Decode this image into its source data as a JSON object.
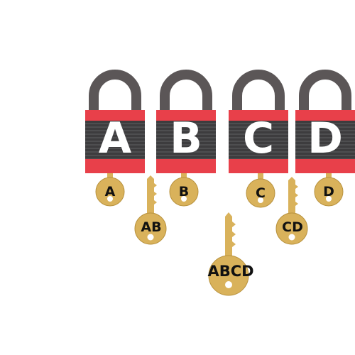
{
  "colors": {
    "shackle": "#5b5657",
    "body_red": "#e8404a",
    "body_dark": "#3d3c3e",
    "body_dark_line": "#5a595b",
    "key_gold": "#d9b25b",
    "key_gold_edge": "#b8923e",
    "key_hole": "#ffffff",
    "letter": "#ffffff",
    "key_text": "#111111"
  },
  "padlocks": [
    {
      "id": "lock-a",
      "label": "A"
    },
    {
      "id": "lock-b",
      "label": "B"
    },
    {
      "id": "lock-c",
      "label": "C"
    },
    {
      "id": "lock-d",
      "label": "D"
    }
  ],
  "keys": [
    {
      "id": "key-a",
      "label": "A",
      "kind": "in-lock"
    },
    {
      "id": "key-b",
      "label": "B",
      "kind": "in-lock"
    },
    {
      "id": "key-c",
      "label": "C",
      "kind": "in-lock"
    },
    {
      "id": "key-d",
      "label": "D",
      "kind": "in-lock"
    },
    {
      "id": "key-ab",
      "label": "AB",
      "kind": "standing"
    },
    {
      "id": "key-cd",
      "label": "CD",
      "kind": "standing"
    },
    {
      "id": "key-abcd",
      "label": "ABCD",
      "kind": "standing"
    }
  ]
}
